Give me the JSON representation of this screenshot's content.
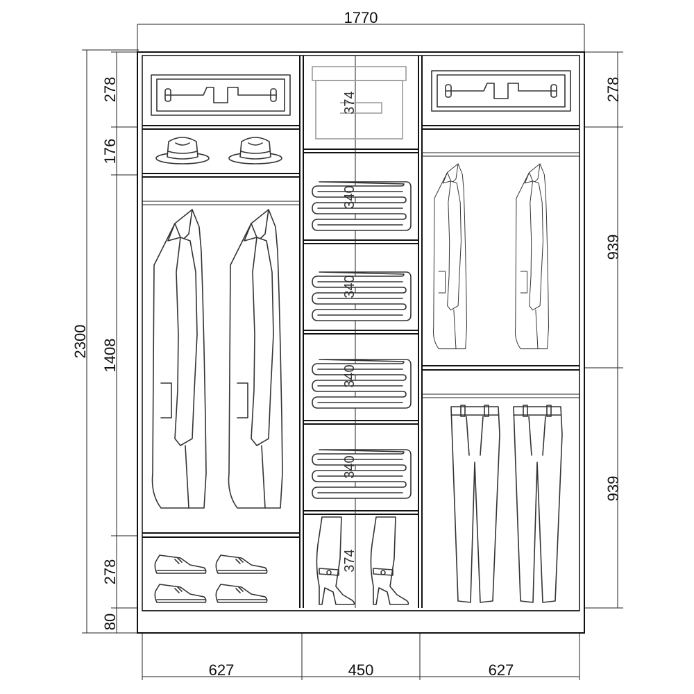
{
  "dimensions": {
    "total_width": "1770",
    "total_height": "2300",
    "column_widths": [
      "627",
      "450",
      "627"
    ],
    "left_column": [
      "278",
      "176",
      "1408",
      "278",
      "80"
    ],
    "right_column": [
      "278",
      "939",
      "939"
    ],
    "middle_column": [
      "374",
      "340",
      "340",
      "340",
      "340",
      "374"
    ]
  },
  "items": {
    "left": [
      "suitcase-icon",
      "hat-icon",
      "hat-icon",
      "jacket-icon",
      "jacket-icon",
      "shoe-icon",
      "shoe-icon",
      "shoe-icon",
      "shoe-icon"
    ],
    "middle": [
      "storage-box-icon",
      "folded-clothes-icon",
      "folded-clothes-icon",
      "folded-clothes-icon",
      "folded-clothes-icon",
      "boot-icon",
      "boot-icon"
    ],
    "right": [
      "suitcase-icon",
      "jacket-icon",
      "jacket-icon",
      "trousers-icon",
      "trousers-icon"
    ]
  },
  "colors": {
    "line": "#111111",
    "drawing": "#333333",
    "box": "#9a9a9a"
  }
}
